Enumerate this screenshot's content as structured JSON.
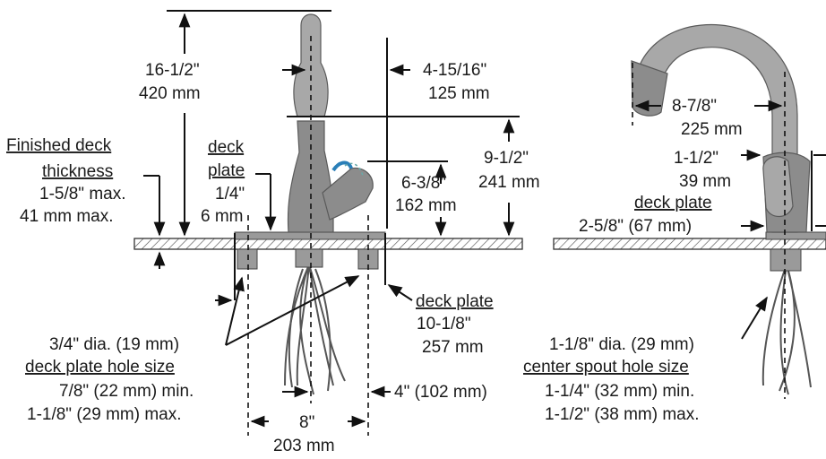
{
  "front": {
    "height_in": "16-1/2\"",
    "height_mm": "420 mm",
    "reach_in": "4-15/16\"",
    "reach_mm": "125 mm",
    "spout_height_in": "9-1/2\"",
    "spout_height_mm": "241 mm",
    "handle_height_in": "6-3/8\"",
    "handle_height_mm": "162 mm",
    "finished_deck_l1": "Finished deck",
    "finished_deck_l2": "thickness",
    "finished_deck_max_in": "1-5/8\" max.",
    "finished_deck_max_mm": "41 mm max.",
    "deck_plate_l1": "deck",
    "deck_plate_l2": "plate",
    "deck_plate_thick_in": "1/4\"",
    "deck_plate_thick_mm": "6 mm",
    "deck_plate_right": "deck plate",
    "deck_plate_len_in": "10-1/8\"",
    "deck_plate_len_mm": "257 mm",
    "hole_dia": "3/4\" dia. (19 mm)",
    "hole_size_title": "deck plate hole size",
    "hole_min": "7/8\" (22 mm)  min.",
    "hole_max": "1-1/8\" (29 mm) max.",
    "half_spread": "4\" (102 mm)",
    "spread_in": "8\"",
    "spread_mm": "203 mm"
  },
  "side": {
    "reach_in": "8-7/8\"",
    "reach_mm": "225 mm",
    "offset_in": "1-1/2\"",
    "offset_mm": "39 mm",
    "deck_plate_title": "deck plate",
    "deck_plate_width": "2-5/8\" (67 mm)",
    "hole_dia": "1-1/8\" dia. (29 mm)",
    "hole_size_title": "center spout hole size",
    "hole_min": "1-1/4\" (32 mm)  min.",
    "hole_max": "1-1/2\" (38 mm) max."
  },
  "colors": {
    "faucet": "#8c8c8c",
    "handle_accent": "#2a7fb8"
  }
}
